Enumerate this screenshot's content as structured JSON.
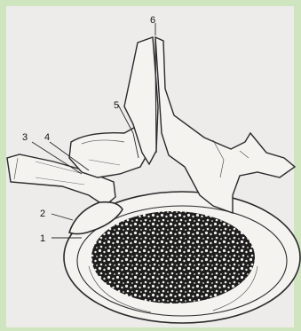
{
  "labels": [
    {
      "id": "1",
      "text": "1"
    },
    {
      "id": "2",
      "text": "2"
    },
    {
      "id": "3",
      "text": "3"
    },
    {
      "id": "4",
      "text": "4"
    },
    {
      "id": "5",
      "text": "5"
    },
    {
      "id": "6",
      "text": "6"
    }
  ],
  "colors": {
    "frame": "#cfe5c0",
    "paper": "#eeecea",
    "bone_fill": "#f4f3f0",
    "line": "#2a2a2a",
    "spongy": "#1e1e1e"
  }
}
